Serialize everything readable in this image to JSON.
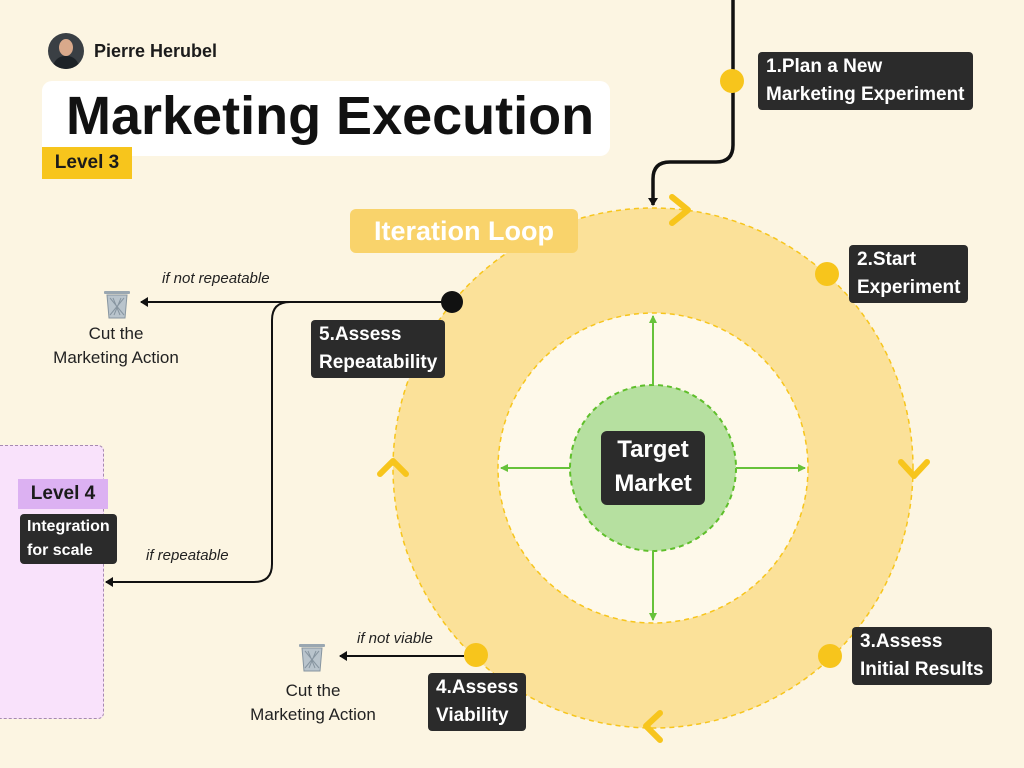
{
  "author": {
    "name": "Pierre Herubel"
  },
  "title": "Marketing Execution",
  "level3": "Level 3",
  "loop_label": "Iteration Loop",
  "center": {
    "label": "Target\nMarket"
  },
  "steps": [
    {
      "label": "1.Plan a New\nMarketing Experiment"
    },
    {
      "label": "2.Start\nExperiment"
    },
    {
      "label": "3.Assess\nInitial Results"
    },
    {
      "label": "4.Assess\nViability"
    },
    {
      "label": "5.Assess\nRepeatability"
    }
  ],
  "level4": {
    "tag": "Level 4",
    "desc": "Integration\nfor scale"
  },
  "notes": {
    "not_repeatable": "if not repeatable",
    "repeatable": "if repeatable",
    "not_viable": "if not viable"
  },
  "cut_labels": [
    "Cut the\nMarketing Action",
    "Cut the\nMarketing Action"
  ],
  "icons": {
    "trash": "trash-icon",
    "chevron": "chevron-icon",
    "arrow": "arrow-icon"
  },
  "colors": {
    "background": "#fcf5e2",
    "outer_ring": "#fbe199",
    "inner_disc": "#fef9ea",
    "target": "#b6e0a0",
    "accent_yellow": "#f7c51c",
    "green_line": "#67c23a",
    "dark_label": "#2b2b2b",
    "level4_panel": "#f9e2fb",
    "level4_tag": "#dcb1f2"
  }
}
